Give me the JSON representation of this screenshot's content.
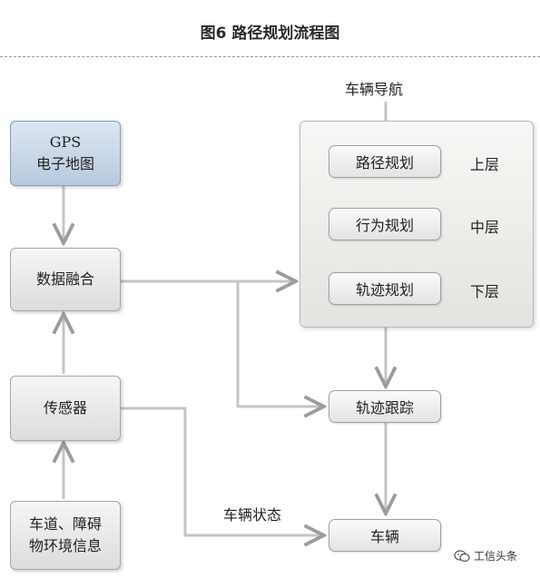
{
  "title": "图6  路径规划流程图",
  "nodes": {
    "gps": "GPS\n电子地图",
    "gps_line1": "GPS",
    "gps_line2": "电子地图",
    "fusion": "数据融合",
    "sensor": "传感器",
    "env_line1": "车道、障碍",
    "env_line2": "物环境信息",
    "path_planning": "路径规划",
    "behavior_planning": "行为规划",
    "trajectory_planning": "轨迹规划",
    "trajectory_tracking": "轨迹跟踪",
    "vehicle": "车辆"
  },
  "labels": {
    "vehicle_navigation": "车辆导航",
    "upper_layer": "上层",
    "middle_layer": "中层",
    "lower_layer": "下层",
    "vehicle_state": "车辆状态"
  },
  "watermark": {
    "text": "工信头条",
    "icon": "wechat-logo-icon"
  },
  "colors": {
    "blue_box": "#b9cadf",
    "gray_box": "#dcdcdc",
    "wire": "#b0b0b0"
  }
}
